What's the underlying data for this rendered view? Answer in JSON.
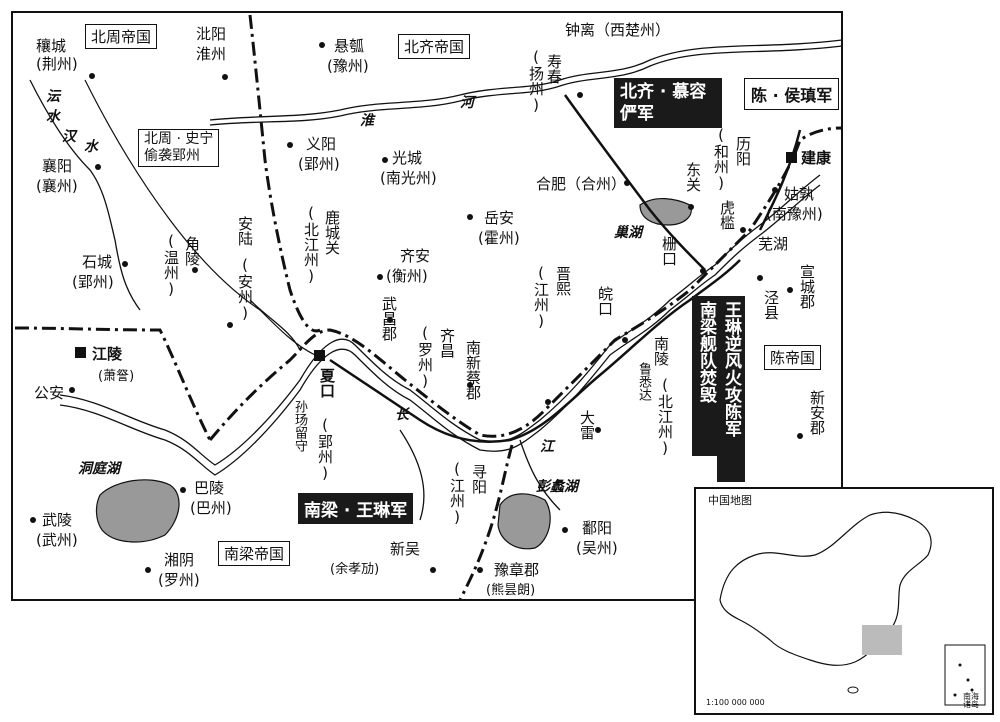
{
  "map": {
    "states": {
      "beizhou": "北周帝国",
      "beiqi": "北齐帝国",
      "chen": "陈帝国",
      "nanliang": "南梁帝国"
    },
    "armies": {
      "beiqi_label": "北齐 · 慕容俨军",
      "chen_label": "陈 · 侯瑱军",
      "nanliang_label": "南梁 · 王琳军",
      "beizhou_label_1": "北周 · 史宁",
      "beizhou_label_2": "偷袭郢州",
      "fleet_note": "王琳逆风火攻陈军",
      "fleet_note_2": "南梁舰队焚毁"
    },
    "cities": {
      "rangcheng": "穰城",
      "rangcheng_sub": "(荆州)",
      "biyang": "沘阳",
      "biyang_sub": "淮州",
      "xuanhu": "悬瓠",
      "xuanhu_sub": "(豫州)",
      "zhongli": "钟离（西楚州）",
      "shouchun": "寿春",
      "shouchun_sub": "(扬州)",
      "xiangyang": "襄阳",
      "xiangyang_sub": "(襄州)",
      "yiyang": "义阳",
      "yiyang_sub": "(郢州)",
      "guangcheng": "光城",
      "guangcheng_sub": "(南光州)",
      "hefei": "合肥（合州）",
      "liyang": "历阳",
      "liyang_sub": "(和州)",
      "jiankang": "建康",
      "dongguan": "东关",
      "hujian": "虎槛",
      "gushu": "姑孰",
      "gushu_sub": "(南豫州)",
      "wuhu": "芜湖",
      "yuean": "岳安",
      "yuean_sub": "(霍州)",
      "qian": "齐安",
      "qian_sub": "(衡州)",
      "luchengguan": "鹿城关",
      "luchengguan_sub": "(北江州)",
      "anlu": "安陆",
      "anlu_sub": "(安州)",
      "jiaoling": "角陵",
      "jiaoling_sub": "(温州)",
      "shicheng": "石城",
      "shicheng_sub": "(郢州)",
      "jiangling": "江陵",
      "jiangling_sub": "(萧詧)",
      "gongan": "公安",
      "wuchangjun": "武昌郡",
      "qichang": "齐昌",
      "qichang_sub": "(罗州)",
      "jinxi": "晋熙",
      "jinxi_sub": "(江州)",
      "wankou": "皖口",
      "zhakou": "栅口",
      "jingxian": "泾县",
      "xuanchengjun": "宣城郡",
      "nanling": "南陵",
      "nanling_sub": "(北江州)",
      "nanling_sub2": "鲁悉达",
      "nanxincaijun": "南新蔡郡",
      "xiakou": "夏口",
      "xiakou_sub": "(郢州)",
      "xiakou_sub2": "孙玚留守",
      "dalei": "大雷",
      "xunyang": "寻阳",
      "xunyang_sub": "(江州)",
      "xinanjun": "新安郡",
      "baling": "巴陵",
      "baling_sub": "(巴州)",
      "wuling": "武陵",
      "wuling_sub": "(武州)",
      "xiangyin": "湘阴",
      "xiangyin_sub": "(罗州)",
      "xinwu": "新吴",
      "xinwu_sub": "(余孝劢)",
      "yuzhangjun": "豫章郡",
      "yuzhangjun_sub": "(熊昙朗)",
      "poyang": "鄱阳",
      "poyang_sub": "(吴州)"
    },
    "water": {
      "huai": "淮",
      "he": "河",
      "chaohu": "巢湖",
      "chang": "长",
      "jiang": "江",
      "pengli": "彭蠡湖",
      "dongting": "洞庭湖",
      "yun": "沄",
      "shui": "水",
      "han": "汉",
      "shui2": "水"
    },
    "inset": {
      "title": "中国地图",
      "scale": "1:100 000 000",
      "islands_label": "南海诸岛"
    }
  }
}
